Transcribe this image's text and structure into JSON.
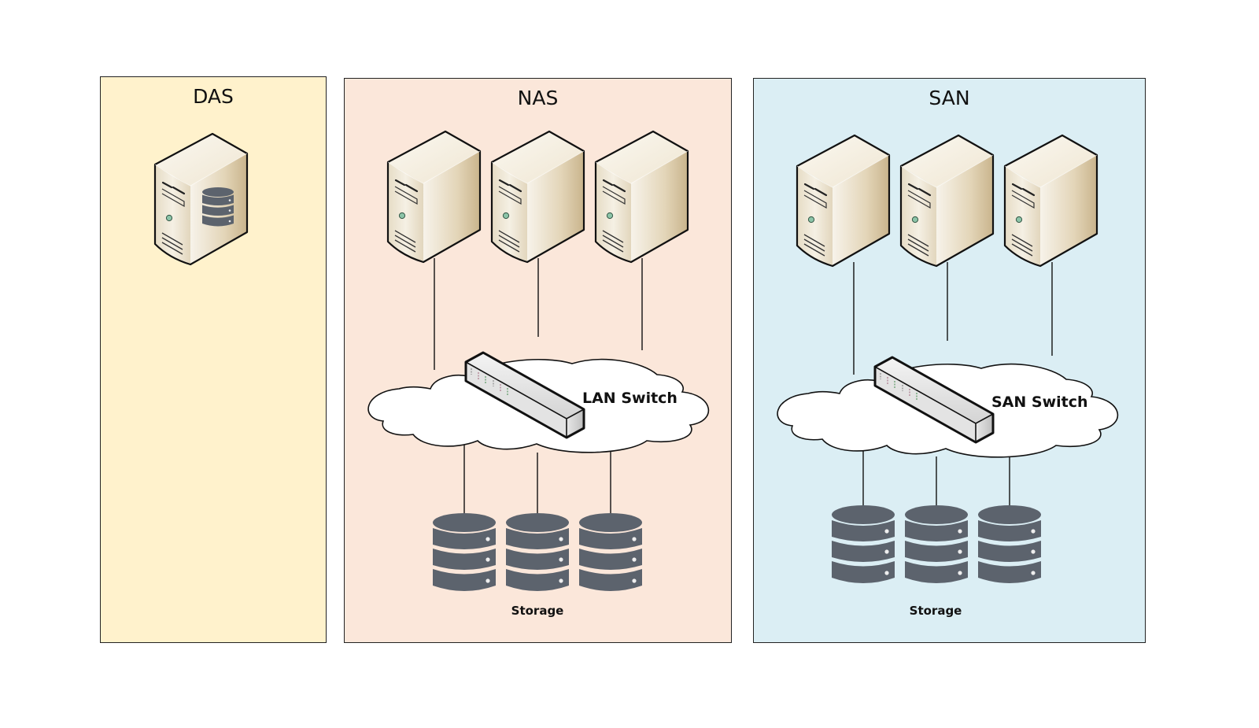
{
  "title": "DAS vs NAS vs SAN storage architectures",
  "panels": [
    {
      "id": "das",
      "title": "DAS",
      "color": "#fff2cc"
    },
    {
      "id": "nas",
      "title": "NAS",
      "color": "#fbe7da"
    },
    {
      "id": "san",
      "title": "SAN",
      "color": "#dbeef4"
    }
  ],
  "nas": {
    "switch_label": "LAN Switch",
    "storage_label": "Storage",
    "server_count": 3,
    "storage_count": 3
  },
  "san": {
    "switch_label": "SAN Switch",
    "storage_label": "Storage",
    "server_count": 3,
    "storage_count": 3
  },
  "icons": {
    "server": "server-tower-icon",
    "server_with_disk": "server-with-database-icon",
    "switch": "network-switch-icon",
    "cloud": "network-cloud-icon",
    "database": "database-stack-icon"
  },
  "colors": {
    "database": "#5c636d",
    "cloud_fill": "#ffffff",
    "outline": "#111111",
    "server_body": "#efe7d6",
    "server_shade": "#cdb993",
    "led_green": "#6aa88a"
  }
}
